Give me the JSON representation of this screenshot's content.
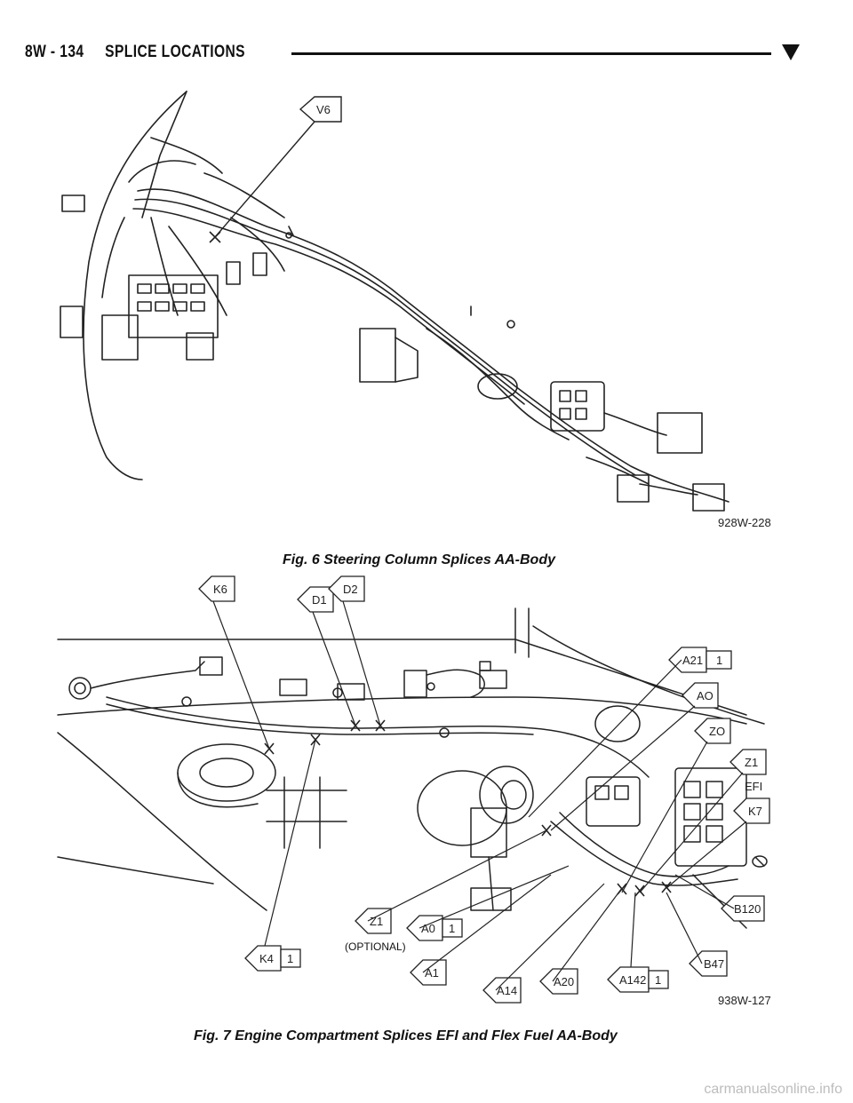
{
  "header": {
    "text": "8W - 134     SPLICE LOCATIONS"
  },
  "figure6": {
    "code": "928W-228",
    "caption": "Fig. 6 Steering Column Splices AA-Body",
    "callouts": [
      "V6"
    ]
  },
  "figure7": {
    "code": "938W-127",
    "caption": "Fig. 7 Engine Compartment Splices EFI and Flex Fuel AA-Body",
    "callouts": {
      "k6": "K6",
      "d1": "D1",
      "d2": "D2",
      "a21": "A21",
      "a21_n": "1",
      "ao": "AO",
      "zo": "ZO",
      "z1r": "Z1",
      "efi": "EFI",
      "k7": "K7",
      "b120": "B120",
      "b47": "B47",
      "a142": "A142",
      "a142_n": "1",
      "a20": "A20",
      "a14": "A14",
      "a1": "A1",
      "a0": "A0",
      "a0_n": "1",
      "z1l": "Z1",
      "optional": "(OPTIONAL)",
      "k4": "K4",
      "k4_n": "1"
    }
  },
  "watermark": "carmanualsonline.info"
}
